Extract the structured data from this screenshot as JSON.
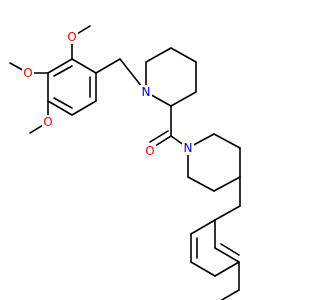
{
  "diagram": {
    "atoms": [
      {
        "id": "o_carbonyl",
        "label": "O",
        "color": "#ff0000"
      },
      {
        "id": "n_piperidine_a",
        "label": "N",
        "color": "#0000ff"
      },
      {
        "id": "n_piperidine_b",
        "label": "N",
        "color": "#0000ff"
      },
      {
        "id": "o_methoxy_1",
        "label": "O",
        "color": "#ff0000"
      },
      {
        "id": "o_methoxy_2",
        "label": "O",
        "color": "#ff0000"
      },
      {
        "id": "o_methoxy_3",
        "label": "O",
        "color": "#ff0000"
      }
    ],
    "bond_color": "#000000"
  }
}
